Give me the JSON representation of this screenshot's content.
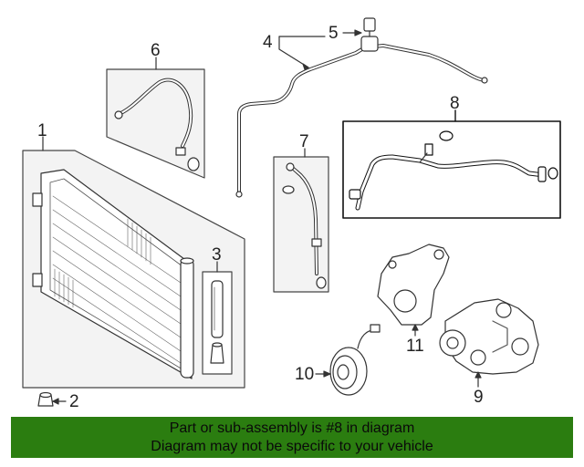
{
  "callouts": {
    "c1": "1",
    "c2": "2",
    "c3": "3",
    "c4": "4",
    "c5": "5",
    "c6": "6",
    "c7": "7",
    "c8": "8",
    "c9": "9",
    "c10": "10",
    "c11": "11"
  },
  "banner": {
    "line1": "Part or sub-assembly is #8 in diagram",
    "line2": "Diagram may not be specific to your vehicle",
    "background": "#2b7d10"
  },
  "highlight_part": "8"
}
